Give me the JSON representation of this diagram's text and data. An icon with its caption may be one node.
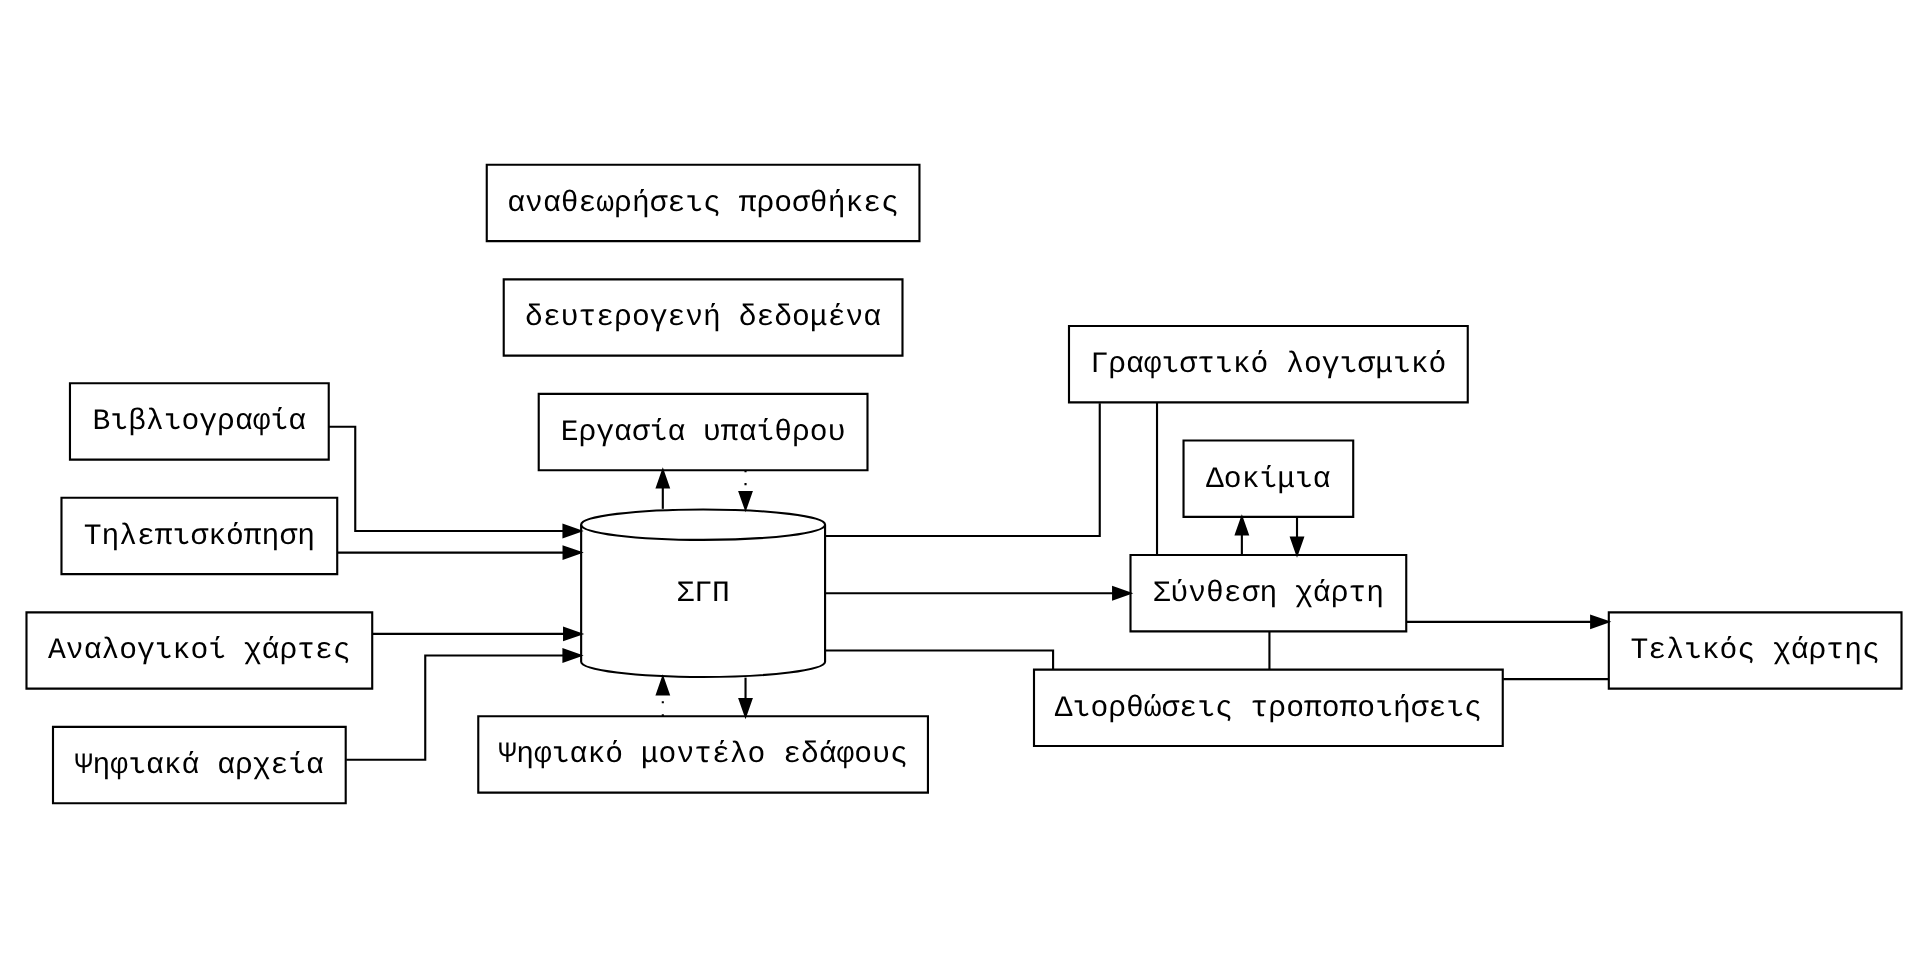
{
  "diagram": {
    "nodes": [
      {
        "text": [
          "Βιβλιογραφία"
        ]
      },
      {
        "text": [
          "Τηλεπισκόπηση"
        ]
      },
      {
        "text": [
          "Αναλογικοί χάρτες"
        ]
      },
      {
        "text": [
          "Ψηφιακά αρχεία"
        ]
      },
      {
        "text": [
          "Ψηφιακό μοντέλο εδάφους"
        ]
      },
      {
        "text": [
          "δευτερογενή δεδομένα"
        ]
      },
      {
        "text": [
          "ΣΓΠ"
        ]
      },
      {
        "text": [
          "Διορθώσεις τροποποιήσεις"
        ]
      },
      {
        "text": [
          "Σύνθεση χάρτη"
        ]
      },
      {
        "text": [
          "Τελικός χάρτης"
        ]
      },
      {
        "text": [
          "Δοκίμια"
        ]
      },
      {
        "text": [
          "αναθεωρήσεις προσθήκες"
        ]
      },
      {
        "text": [
          "Εργασία υπαίθρου"
        ]
      },
      {
        "text": [
          "Γραφιστικό λογισμικό"
        ]
      }
    ],
    "edges": [
      {
        "from": 0,
        "to": 6,
        "arrow": "to"
      },
      {
        "from": 1,
        "to": 6,
        "arrow": "to"
      },
      {
        "from": 2,
        "to": 6,
        "arrow": "to"
      },
      {
        "from": 3,
        "to": 6,
        "arrow": "to"
      },
      {
        "from": 6,
        "to": 4,
        "arrow": "to"
      },
      {
        "from": 4,
        "to": 6,
        "arrow": "to",
        "style": "dashed"
      },
      {
        "from": 6,
        "to": 12,
        "arrow": "to"
      },
      {
        "from": 12,
        "to": 6,
        "arrow": "to",
        "style": "dashed"
      },
      {
        "from": 6,
        "to": 8,
        "arrow": "to"
      },
      {
        "from": 8,
        "to": 9,
        "arrow": "to"
      },
      {
        "from": 8,
        "to": 10,
        "arrow": "to"
      },
      {
        "from": 10,
        "to": 8,
        "arrow": "to"
      },
      {
        "from": 6,
        "to": 7,
        "arrow": "none"
      },
      {
        "from": 8,
        "to": 7,
        "arrow": "none"
      },
      {
        "from": 7,
        "to": 9,
        "arrow": "none"
      },
      {
        "from": 6,
        "to": 13,
        "arrow": "none"
      },
      {
        "from": 13,
        "to": 8,
        "arrow": "none"
      }
    ]
  }
}
